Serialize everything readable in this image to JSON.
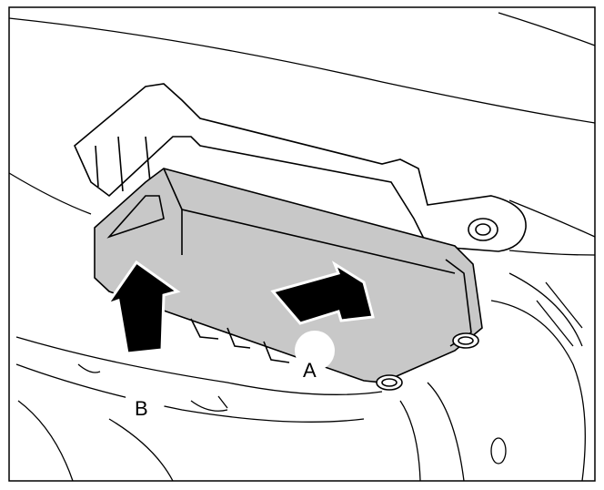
{
  "diagram": {
    "callouts": [
      {
        "id": "A",
        "label": "A"
      },
      {
        "id": "B",
        "label": "B"
      }
    ],
    "colors": {
      "line": "#000000",
      "module_fill": "#c8c8c8",
      "background": "#ffffff",
      "arrow": "#000000"
    },
    "icons": {
      "arrow_a": "arrow-right-icon",
      "arrow_b": "arrow-up-icon"
    }
  }
}
